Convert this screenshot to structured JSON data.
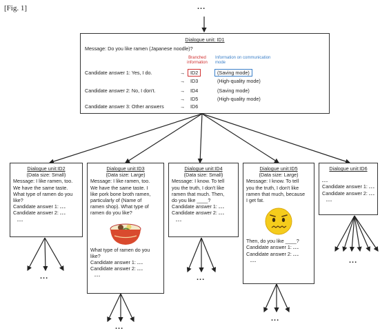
{
  "figure_label": "[Fig. 1]",
  "top_dots": "...",
  "unit1": {
    "title": "Dialogue unit: ID1",
    "message": "Message: Do you like ramen (Japanese noodle)?",
    "branched_header": "Branched information",
    "comm_header": "Information on communication mode",
    "rows": [
      {
        "answer": "Candidate answer 1: Yes, I do.",
        "arrow": "→",
        "id": "ID2",
        "mode": "(Saving mode)"
      },
      {
        "answer": "",
        "arrow": "→",
        "id": "ID3",
        "mode": "(High-quality mode)"
      },
      {
        "answer": "Candidate answer 2: No, I don't.",
        "arrow": "→",
        "id": "ID4",
        "mode": "(Saving mode)"
      },
      {
        "answer": "",
        "arrow": "→",
        "id": "ID5",
        "mode": "(High-quality mode)"
      },
      {
        "answer": "Candidate answer 3: Other answers",
        "arrow": "→",
        "id": "ID6",
        "mode": ""
      }
    ]
  },
  "units": [
    {
      "title": "Dialogue unit:ID2",
      "size": "(Data size: Small)",
      "lines": [
        "Message: I like ramen, too.",
        "We have the same taste.",
        "What type of ramen do you",
        "like?"
      ],
      "answers": [
        "Candidate answer 1:",
        "Candidate answer 2:"
      ]
    },
    {
      "title": "Dialogue unit:ID3",
      "size": "(Data size: Large)",
      "lines": [
        "Message: I like ramen, too.",
        "We have the same taste. I",
        "like pork bone broth ramen,",
        "particularly of (Name of",
        "ramen shop). What type of",
        "ramen do you like?"
      ],
      "after": [
        "What type of ramen do you",
        "like?"
      ],
      "answers": [
        "Candidate answer 1:",
        "Candidate answer 2:"
      ]
    },
    {
      "title": "Dialogue unit:ID4",
      "size": "(Data size: Small)",
      "lines": [
        "Message: I know. To tell",
        "you the truth, I don't like",
        "ramen that much. Then,",
        "do you like ____?"
      ],
      "answers": [
        "Candidate answer 1:",
        "Candidate answer 2:"
      ]
    },
    {
      "title": "Dialogue unit:ID5",
      "size": "(Data size: Large)",
      "lines": [
        "Message: I know. To tell",
        "you the truth, I don't like",
        "ramen that much, because",
        "I get fat."
      ],
      "after": [
        "Then, do you like ____?"
      ],
      "answers": [
        "Candidate answer 1:",
        "Candidate answer 2:"
      ]
    },
    {
      "title": "Dialogue unit:ID6",
      "size": "",
      "lines": [],
      "answers": [
        "Candidate answer 1:",
        "Candidate answer 2:"
      ]
    }
  ],
  "ellipsis": "...",
  "colors": {
    "branched": "#d03030",
    "comm": "#3a7fc8",
    "bowl": "#d94a2e",
    "face": "#f5cc1c"
  }
}
